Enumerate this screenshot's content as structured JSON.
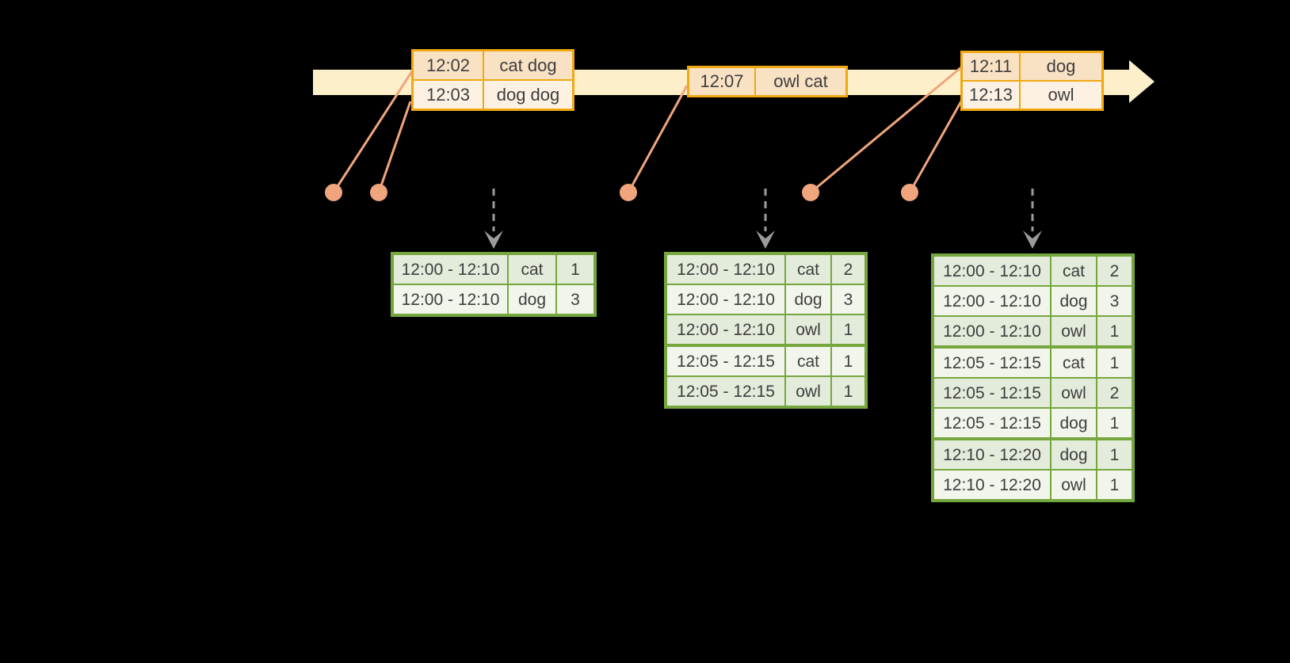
{
  "colors": {
    "background": "#000000",
    "timeline_band": "#fcefc9",
    "event_table_border": "#f0a812",
    "event_row_dark": "#f9e2c4",
    "event_row_light": "#fcf1e3",
    "result_table_border": "#76a73e",
    "result_row_dark": "#e3ebda",
    "result_row_light": "#f1f5ec",
    "connector_salmon": "#f0a57c",
    "dashed_arrow_gray": "#9b9b9b",
    "text": "#3e3e3e"
  },
  "event_tables": [
    {
      "rows": [
        {
          "time": "12:02",
          "words": "cat dog"
        },
        {
          "time": "12:03",
          "words": "dog dog"
        }
      ]
    },
    {
      "rows": [
        {
          "time": "12:07",
          "words": "owl cat"
        }
      ]
    },
    {
      "rows": [
        {
          "time": "12:11",
          "words": "dog"
        },
        {
          "time": "12:13",
          "words": "owl"
        }
      ]
    }
  ],
  "result_tables": [
    {
      "rows": [
        [
          "12:00 - 12:10",
          "cat",
          "1"
        ],
        [
          "12:00 - 12:10",
          "dog",
          "3"
        ]
      ]
    },
    {
      "rows": [
        [
          "12:00 - 12:10",
          "cat",
          "2"
        ],
        [
          "12:00 - 12:10",
          "dog",
          "3"
        ],
        [
          "12:00 - 12:10",
          "owl",
          "1"
        ],
        [
          "12:05 - 12:15",
          "cat",
          "1"
        ],
        [
          "12:05 - 12:15",
          "owl",
          "1"
        ]
      ]
    },
    {
      "rows": [
        [
          "12:00 - 12:10",
          "cat",
          "2"
        ],
        [
          "12:00 - 12:10",
          "dog",
          "3"
        ],
        [
          "12:00 - 12:10",
          "owl",
          "1"
        ],
        [
          "12:05 - 12:15",
          "cat",
          "1"
        ],
        [
          "12:05 - 12:15",
          "owl",
          "2"
        ],
        [
          "12:05 - 12:15",
          "dog",
          "1"
        ],
        [
          "12:10 - 12:20",
          "dog",
          "1"
        ],
        [
          "12:10 - 12:20",
          "owl",
          "1"
        ]
      ]
    }
  ]
}
